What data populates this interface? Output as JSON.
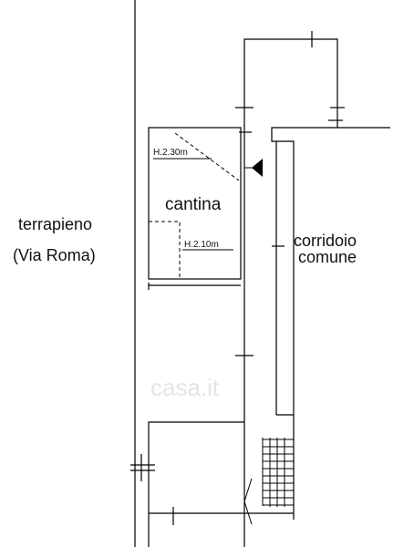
{
  "labels": {
    "terrapieno": "terrapieno",
    "via_roma": "(Via Roma)",
    "cantina": "cantina",
    "corridoio": "corridoio",
    "comune": "comune",
    "h_230": "H.2.30m",
    "h_210": "H.2.10m"
  },
  "watermark": "casa.it"
}
